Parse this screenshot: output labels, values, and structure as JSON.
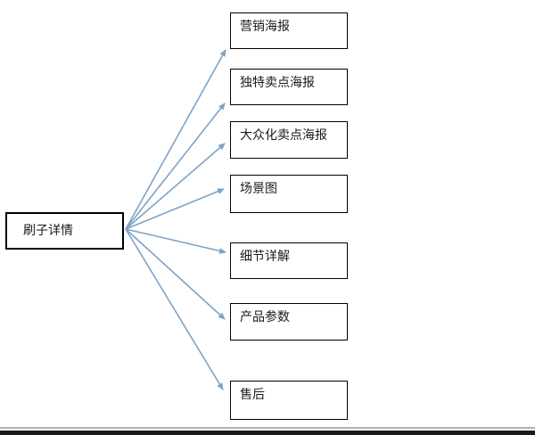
{
  "diagram": {
    "type": "flowchart",
    "root": {
      "label": "刷子详情"
    },
    "children": [
      {
        "label": "营销海报"
      },
      {
        "label": "独特卖点海报"
      },
      {
        "label": "大众化卖点海报"
      },
      {
        "label": "场景图"
      },
      {
        "label": "细节详解"
      },
      {
        "label": "产品参数"
      },
      {
        "label": "售后"
      }
    ],
    "colors": {
      "connector": "#7ea3c6",
      "node_border": "#000000",
      "text": "#1a1a1a",
      "bottom_line": "#b0b0b0",
      "bottom_bar": "#1a1a1a",
      "background": "#ffffff"
    }
  }
}
